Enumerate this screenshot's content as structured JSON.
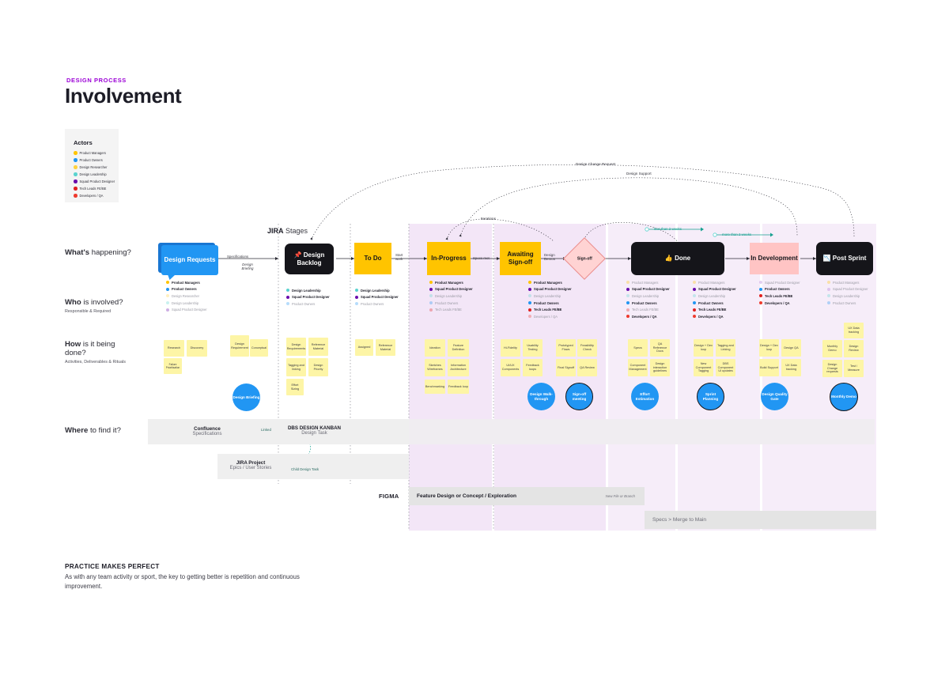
{
  "header": {
    "kicker": "DESIGN PROCESS",
    "title": "Involvement"
  },
  "actors": {
    "title": "Actors",
    "items": [
      {
        "label": "Product Managers",
        "color": "#ffc400"
      },
      {
        "label": "Product Owners",
        "color": "#2196f3"
      },
      {
        "label": "Design Researcher",
        "color": "#ffd23f"
      },
      {
        "label": "Design Leadership",
        "color": "#5bd3cf"
      },
      {
        "label": "Squad Product Designer",
        "color": "#6a0dad"
      },
      {
        "label": "Tech Leads FE/BE",
        "color": "#e02020"
      },
      {
        "label": "Developers / QA",
        "color": "#ee3b2e"
      }
    ]
  },
  "rows": [
    {
      "label_bold": "What's",
      "label_rest": " happening?",
      "sub": ""
    },
    {
      "label_bold": "Who",
      "label_rest": " is involved?",
      "sub": "Responsible & Required"
    },
    {
      "label_bold": "How",
      "label_rest": " is it being done?",
      "sub": "Activities, Deliverables & Rituals"
    },
    {
      "label_bold": "Where",
      "label_rest": " to find it?",
      "sub": ""
    }
  ],
  "jira_stages_label": {
    "bold": "JIRA",
    "rest": " Stages"
  },
  "stages": [
    {
      "name": "Design Requests",
      "style": "blue"
    },
    {
      "name": "Design Backlog",
      "style": "black",
      "icon": "📌"
    },
    {
      "name": "To Do",
      "style": "yellow"
    },
    {
      "name": "In-Progress",
      "style": "yellow"
    },
    {
      "name": "Awaiting Sign-off",
      "style": "yellow"
    },
    {
      "name": "Sign-off",
      "style": "diamond"
    },
    {
      "name": "Done",
      "style": "black",
      "icon": "👍"
    },
    {
      "name": "In Development",
      "style": "pink"
    },
    {
      "name": "Post Sprint",
      "style": "black",
      "icon": "📉"
    }
  ],
  "flow_labels": [
    {
      "text": "Specifications"
    },
    {
      "text": "Design Briefing"
    },
    {
      "text": "Start work"
    },
    {
      "text": "Specs met"
    },
    {
      "text": "Design Demos"
    }
  ],
  "top_annotations": [
    {
      "text": "Design Change Request"
    },
    {
      "text": "Design Support"
    },
    {
      "text": "Iterations"
    },
    {
      "text": "less than 2 weeks"
    },
    {
      "text": "more than 2 weeks"
    }
  ],
  "who_columns": [
    {
      "stage": "Design Requests",
      "items": [
        {
          "label": "Product Managers",
          "color": "#ffc400",
          "active": true
        },
        {
          "label": "Product Owners",
          "color": "#2196f3",
          "active": true
        },
        {
          "label": "Design Researcher",
          "color": "#ffd23f",
          "active": false
        },
        {
          "label": "Design Leadership",
          "color": "#5bd3cf",
          "active": false
        },
        {
          "label": "Squad Product Designer",
          "color": "#6a0dad",
          "active": false
        }
      ]
    },
    {
      "stage": "Design Backlog",
      "items": [
        {
          "label": "Design Leadership",
          "color": "#5bd3cf",
          "active": true
        },
        {
          "label": "Squad Product Designer",
          "color": "#6a0dad",
          "active": true
        },
        {
          "label": "Product Owners",
          "color": "#2196f3",
          "active": false
        }
      ]
    },
    {
      "stage": "To Do",
      "items": [
        {
          "label": "Design Leadership",
          "color": "#5bd3cf",
          "active": true
        },
        {
          "label": "Squad Product Designer",
          "color": "#6a0dad",
          "active": true
        },
        {
          "label": "Product Owners",
          "color": "#2196f3",
          "active": false
        }
      ]
    },
    {
      "stage": "In-Progress",
      "items": [
        {
          "label": "Product Managers",
          "color": "#ffc400",
          "active": true
        },
        {
          "label": "Squad Product Designer",
          "color": "#6a0dad",
          "active": true
        },
        {
          "label": "Design Leadership",
          "color": "#5bd3cf",
          "active": false
        },
        {
          "label": "Product Owners",
          "color": "#2196f3",
          "active": false
        },
        {
          "label": "Tech Leads FE/BE",
          "color": "#e02020",
          "active": false
        }
      ]
    },
    {
      "stage": "Awaiting Sign-off",
      "items": [
        {
          "label": "Product Managers",
          "color": "#ffc400",
          "active": true
        },
        {
          "label": "Squad Product Designer",
          "color": "#6a0dad",
          "active": true
        },
        {
          "label": "Design Leadership",
          "color": "#5bd3cf",
          "active": false
        },
        {
          "label": "Product Owners",
          "color": "#2196f3",
          "active": true
        },
        {
          "label": "Tech Leads FE/BE",
          "color": "#e02020",
          "active": true
        },
        {
          "label": "Developers / QA",
          "color": "#ee3b2e",
          "active": false
        }
      ]
    },
    {
      "stage": "Sign-off",
      "items": [
        {
          "label": "Product Managers",
          "color": "#ffc400",
          "active": false
        },
        {
          "label": "Squad Product Designer",
          "color": "#6a0dad",
          "active": true
        },
        {
          "label": "Design Leadership",
          "color": "#5bd3cf",
          "active": false
        },
        {
          "label": "Product Owners",
          "color": "#2196f3",
          "active": true
        },
        {
          "label": "Tech Leads FE/BE",
          "color": "#e02020",
          "active": false
        },
        {
          "label": "Developers / QA",
          "color": "#ee3b2e",
          "active": true
        }
      ]
    },
    {
      "stage": "Done",
      "items": [
        {
          "label": "Product Managers",
          "color": "#ffc400",
          "active": false
        },
        {
          "label": "Squad Product Designer",
          "color": "#6a0dad",
          "active": true
        },
        {
          "label": "Design Leadership",
          "color": "#5bd3cf",
          "active": false
        },
        {
          "label": "Product Owners",
          "color": "#2196f3",
          "active": true
        },
        {
          "label": "Tech Leads FE/BE",
          "color": "#e02020",
          "active": true
        },
        {
          "label": "Developers / QA",
          "color": "#ee3b2e",
          "active": true
        }
      ]
    },
    {
      "stage": "In Development",
      "items": [
        {
          "label": "Squad Product Designer",
          "color": "#a96fd6",
          "active": false
        },
        {
          "label": "Product Owners",
          "color": "#2196f3",
          "active": true
        },
        {
          "label": "Tech Leads FE/BE",
          "color": "#e02020",
          "active": true
        },
        {
          "label": "Developers / QA",
          "color": "#ee3b2e",
          "active": true
        }
      ]
    },
    {
      "stage": "Post Sprint",
      "items": [
        {
          "label": "Product Managers",
          "color": "#ffc400",
          "active": false
        },
        {
          "label": "Squad Product Designer",
          "color": "#a96fd6",
          "active": false
        },
        {
          "label": "Design Leadership",
          "color": "#5bd3cf",
          "active": false
        },
        {
          "label": "Product Owners",
          "color": "#2196f3",
          "active": false
        }
      ]
    }
  ],
  "how_columns": [
    {
      "stage": "Design Requests",
      "notes": [
        "Research",
        "Discovery",
        "Failure Prioritisation"
      ],
      "ritual": null
    },
    {
      "stage": "Design Backlog",
      "notes": [
        "Design Requirement",
        "Conceptual"
      ],
      "ritual": {
        "label": "Design Briefing",
        "ringed": false
      }
    },
    {
      "stage": "To Do",
      "notes": [
        "Design Requirements",
        "Reference Material",
        "Tagging and linking",
        "Design Priority",
        "Effort Sizing"
      ],
      "ritual": null
    },
    {
      "stage": "To Do 2",
      "notes": [
        "Assigned",
        "Reference Material"
      ],
      "ritual": null
    },
    {
      "stage": "In-Progress",
      "notes": [
        "Ideation",
        "Feature Definition",
        "Sketches Wireframes",
        "Information Architecture",
        "Benchmarking",
        "Feedback loop"
      ],
      "ritual": null
    },
    {
      "stage": "Awaiting Sign-off A",
      "notes": [
        "Hi-Fidelity",
        "Usability Testing",
        "UI/UX Components",
        "Feedback loops"
      ],
      "ritual": {
        "label": "Design Walk-through",
        "ringed": false
      }
    },
    {
      "stage": "Awaiting Sign-off B",
      "notes": [
        "Prototyped Flows",
        "Feasibility Check",
        "Final Signoff",
        "QA Review"
      ],
      "ritual": {
        "label": "Sign-off meeting",
        "ringed": true
      }
    },
    {
      "stage": "Done",
      "notes": [
        "Specs",
        "QA Reference Docs",
        "Component Management",
        "Design interaction guidelines"
      ],
      "ritual": {
        "label": "Effort Estimation",
        "ringed": false
      }
    },
    {
      "stage": "In Development A",
      "notes": [
        "Design + Dev loop",
        "Tagging and Linking",
        "New Component Tagging",
        "DBS Component UI updates"
      ],
      "ritual": {
        "label": "Sprint Planning",
        "ringed": true
      }
    },
    {
      "stage": "In Development B",
      "notes": [
        "Design + Dev loop",
        "Design QA",
        "Build Support",
        "UX Data tracking"
      ],
      "ritual": {
        "label": "Design Quality Gate",
        "ringed": false
      }
    },
    {
      "stage": "Post Sprint",
      "notes": [
        "UX Data tracking",
        "Monthly Demo",
        "Design Review",
        "Design Change requests",
        "Test / Measure"
      ],
      "ritual": {
        "label": "Monthly Demo",
        "ringed": true
      }
    }
  ],
  "where": {
    "confluence": {
      "title": "Confluence",
      "sub": "Specifications"
    },
    "kanban": {
      "title": "DBS DESIGN KANBAN",
      "sub": "Design Task"
    },
    "jira": {
      "title": "JIRA Project",
      "sub": "Epics / User Stories"
    },
    "linked_label": "Linked",
    "child_label": "Child Design Task",
    "figma_label": "FIGMA",
    "figma_bar_1": "Feature Design or Concept / Exploration",
    "figma_bar_1_right": "New File or Branch",
    "figma_bar_2_bold": "Specs",
    "figma_bar_2_rest": " > Merge to Main"
  },
  "footer": {
    "title": "PRACTICE MAKES PERFECT",
    "body": "As with any team activity or sport, the key to getting better is repetition and continuous improvement."
  },
  "colors": {
    "accent_purple": "#9b00d6",
    "blue": "#2196f3",
    "yellow": "#ffc400",
    "pink": "#ffc4c4",
    "black": "#15151a",
    "band": "#f3e6f7",
    "teal": "#17a090",
    "sticky": "#fdf5a6"
  }
}
